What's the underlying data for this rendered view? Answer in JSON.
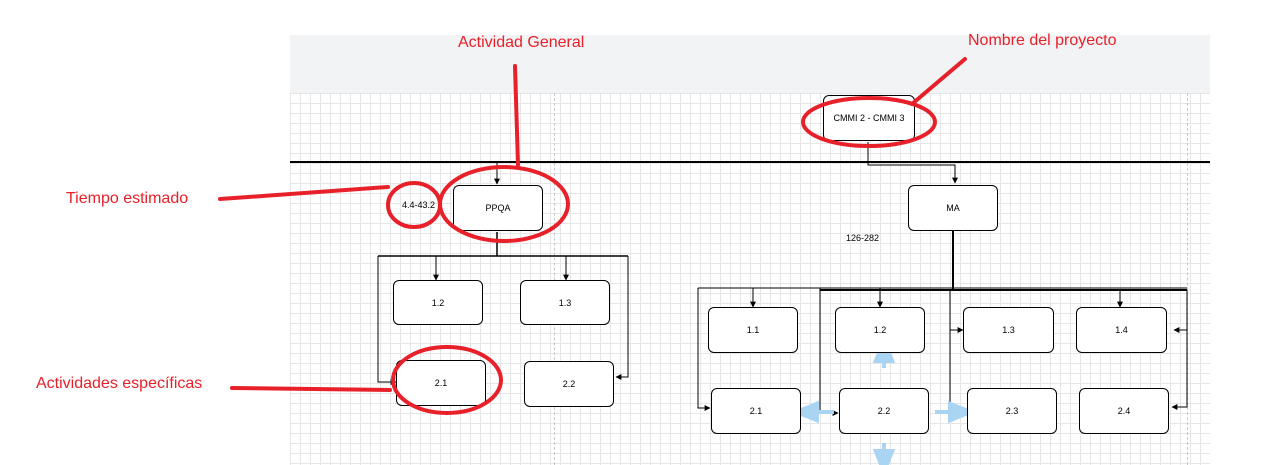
{
  "project_node": {
    "label": "CMMI 2 - CMMI 3"
  },
  "left_branch": {
    "time_label": "4.4-43.2",
    "root": "PPQA",
    "row1": [
      "1.2",
      "1.3"
    ],
    "row2": [
      "2.1",
      "2.2"
    ]
  },
  "right_branch": {
    "time_label": "126-282",
    "root": "MA",
    "row1": [
      "1.1",
      "1.2",
      "1.3",
      "1.4"
    ],
    "row2": [
      "2.1",
      "2.2",
      "2.3",
      "2.4"
    ]
  },
  "annotations": {
    "general_activity": "Actividad General",
    "project_name": "Nombre del proyecto",
    "estimated_time": "Tiempo estimado",
    "specific_activities": "Actividades específicas"
  },
  "colors": {
    "annotation_red": "#e8202a",
    "guide_blue": "#a9d4f2",
    "node_border": "#000000",
    "header_gray": "#f1f3f4"
  }
}
